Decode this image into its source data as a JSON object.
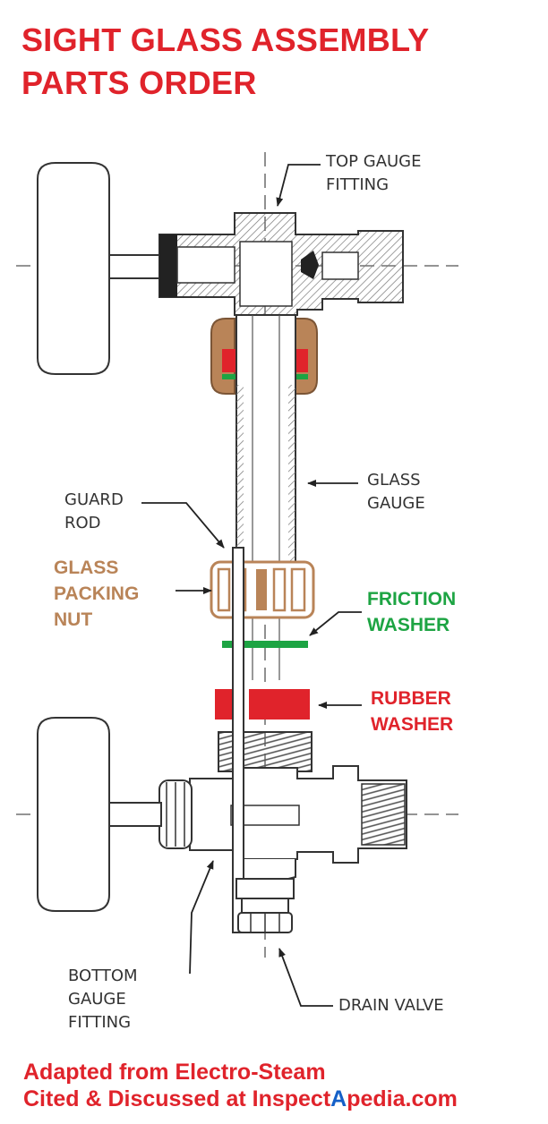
{
  "title": {
    "line1": "SIGHT GLASS ASSEMBLY",
    "line2": "PARTS ORDER"
  },
  "labels": {
    "top_gauge_fitting": [
      "TOP GAUGE",
      "FITTING"
    ],
    "glass_gauge": [
      "GLASS",
      "GAUGE"
    ],
    "guard_rod": [
      "GUARD",
      "ROD"
    ],
    "glass_packing_nut": [
      "GLASS",
      "PACKING",
      "NUT"
    ],
    "friction_washer": [
      "FRICTION",
      "WASHER"
    ],
    "rubber_washer": [
      "RUBBER",
      "WASHER"
    ],
    "bottom_gauge_fitting": [
      "BOTTOM",
      "GAUGE",
      "FITTING"
    ],
    "drain_valve": "DRAIN VALVE"
  },
  "credit": {
    "line1": "Adapted from Electro-Steam",
    "line2_prefix": "Cited & Discussed at Inspect",
    "line2_highlight": "A",
    "line2_suffix": "pedia.com"
  },
  "colors": {
    "title_red": "#e0232b",
    "packing_nut_brown": "#b98458",
    "friction_washer_green": "#1da443",
    "rubber_washer_red": "#e0232b",
    "logo_blue": "#1560c8"
  }
}
